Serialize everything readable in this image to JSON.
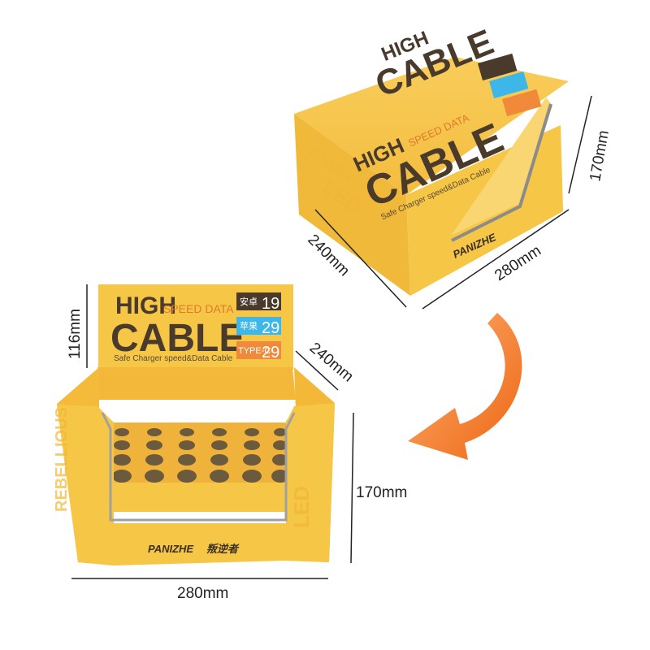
{
  "product": {
    "headline_top": "HIGH",
    "headline_top_sub": "SPEED DATA",
    "headline_main": "CABLE",
    "tagline": "Safe Charger speed&Data Cable",
    "brand": "PANIZHE",
    "brand_cn": "叛逆者",
    "prices": [
      {
        "label": "安卓",
        "price": "19",
        "color": "#4a3a2c"
      },
      {
        "label": "苹果",
        "price": "29",
        "color": "#3db7e8"
      },
      {
        "label": "TYPE-C",
        "price": "29",
        "color": "#f08a3a"
      }
    ],
    "currency": "¥"
  },
  "closed_box": {
    "width": "280mm",
    "depth": "240mm",
    "height": "170mm"
  },
  "open_display": {
    "header_height": "116mm",
    "depth": "240mm",
    "height": "170mm",
    "width": "280mm"
  },
  "colors": {
    "box_yellow": "#f6c646",
    "box_dark_yellow": "#eab23a",
    "arrow_orange": "#f2781e"
  }
}
